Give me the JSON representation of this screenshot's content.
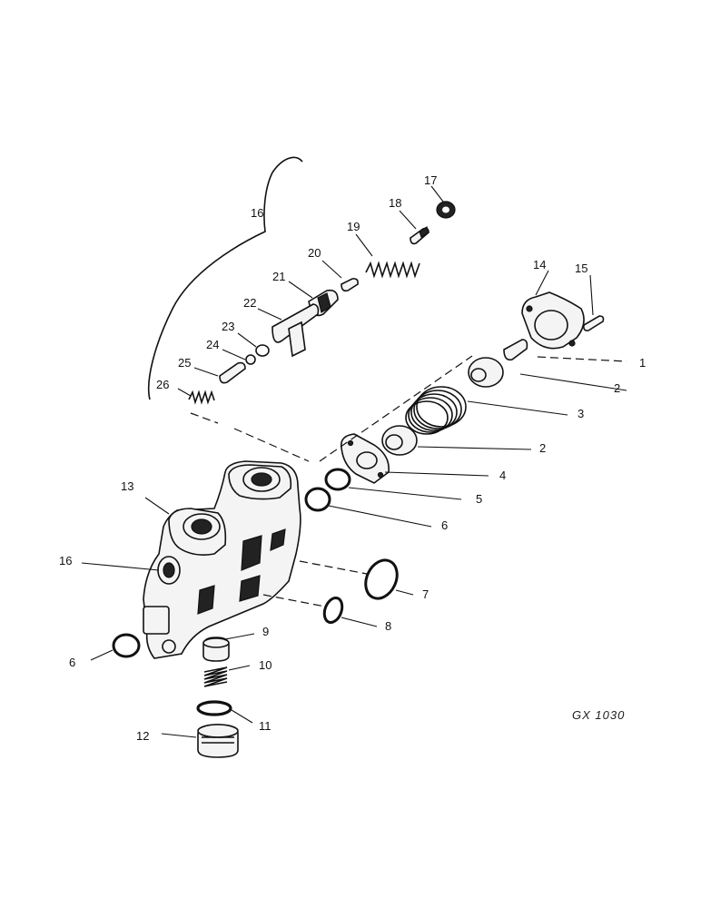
{
  "figure_code": "GX 1030",
  "callouts": {
    "c1": "1",
    "c2a": "2",
    "c2b": "2",
    "c3": "3",
    "c4": "4",
    "c5": "5",
    "c6a": "6",
    "c6b": "6",
    "c7": "7",
    "c8": "8",
    "c9": "9",
    "c10": "10",
    "c11": "11",
    "c12": "12",
    "c13": "13",
    "c14": "14",
    "c15": "15",
    "c16a": "16",
    "c16b": "16",
    "c17": "17",
    "c18": "18",
    "c19": "19",
    "c20": "20",
    "c21": "21",
    "c22": "22",
    "c23": "23",
    "c24": "24",
    "c25": "25",
    "c26": "26"
  }
}
